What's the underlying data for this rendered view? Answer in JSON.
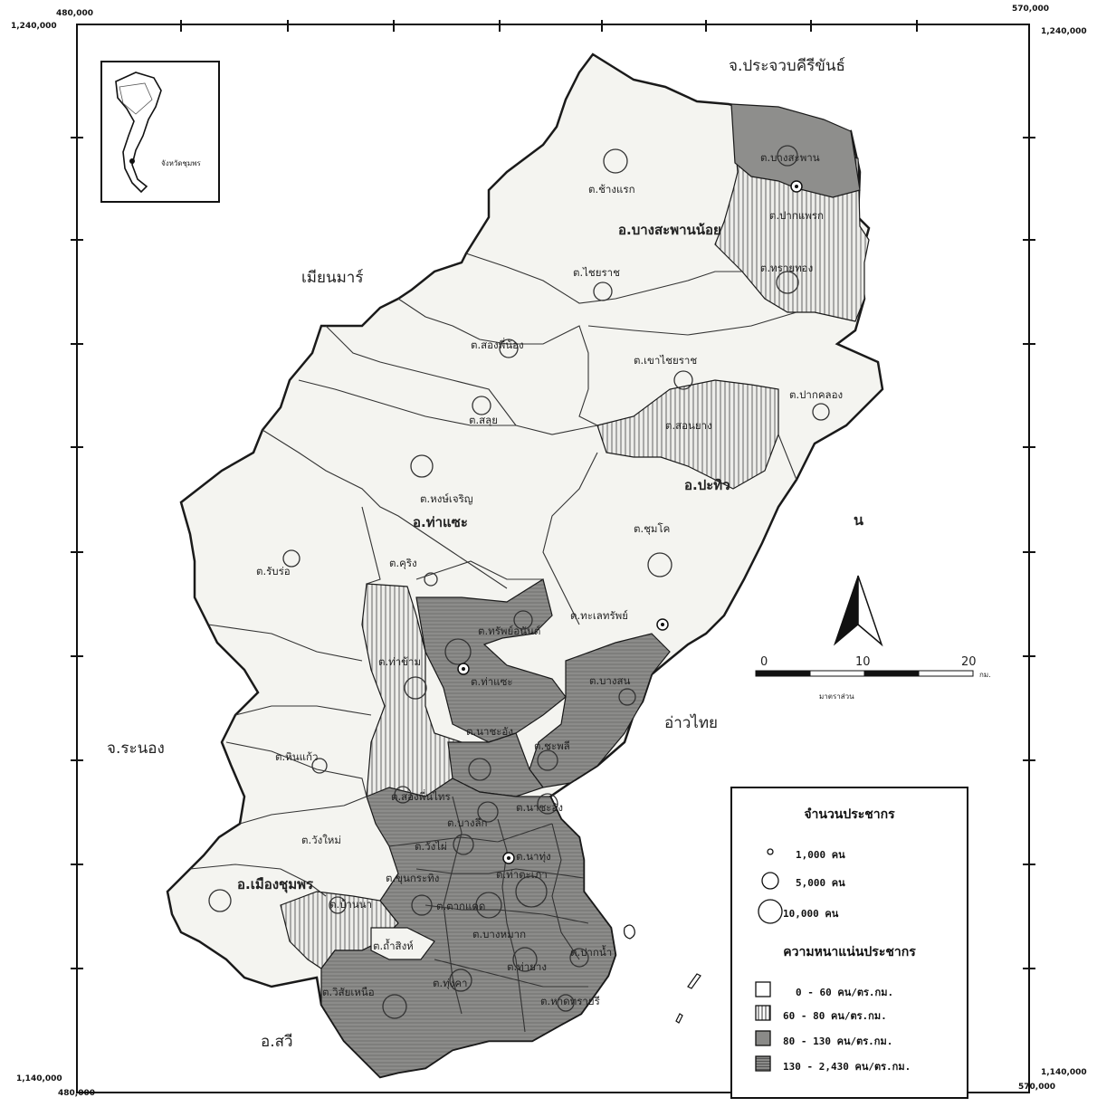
{
  "coords": {
    "top_left_x": "480,000",
    "top_right_x": "570,000",
    "left_top_y": "1,240,000",
    "right_top_y": "1,240,000",
    "left_bottom_y": "1,140,000",
    "right_bottom_y": "1,140,000",
    "bottom_left_x": "480,000",
    "bottom_right_x": "570,000"
  },
  "inset": {
    "label": "จังหวัดชุมพร"
  },
  "surrounding": {
    "north": "จ.ประจวบคีรีขันธ์",
    "west": "เมียนมาร์",
    "southwest": "จ.ระนอง",
    "south": "อ.สวี",
    "east": "อ่าวไทย"
  },
  "districts": {
    "bang_saphan_noi": "อ.บางสะพานน้อย",
    "pathio": "อ.ปะทิว",
    "tha_sae": "อ.ท่าแซะ",
    "mueang": "อ.เมืองชุมพร"
  },
  "subdistricts": {
    "bang_saphan": "ต.บางสะพาน",
    "chang_raek": "ต.ช้างแรก",
    "pak_phraek": "ต.ปากแพรก",
    "sai_thong": "ต.ทรายทอง",
    "chai_rat": "ต.ไชยราช",
    "song_phi_nong": "ต.สองพี่น้อง",
    "khao_chai_rat": "ต.เขาไชยราช",
    "pak_khlong": "ต.ปากคลอง",
    "salui": "ต.สลุย",
    "sonyang": "ต.สอนยาง",
    "hong_charoen": "ต.หงษ์เจริญ",
    "chum_kho": "ต.ชุมโค",
    "rup_ro": "ต.รับร่อ",
    "khuring": "ต.คุริง",
    "thale_sap": "ต.ทะเลทรัพย์",
    "sap_anan": "ต.ทรัพย์อนันต์",
    "tha_kham": "ต.ท่าข้าม",
    "tha_sae_t": "ต.ท่าแซะ",
    "bang_son": "ต.บางสน",
    "na_pho": "ต.นาชะอัง",
    "chaphli": "ต.ชะพลี",
    "hin_kaeo": "ต.หินแก้ว",
    "khao_thalu": "ต.สองพี่นไทร",
    "nachaang": "ต.นาชะอัง",
    "bang_luk": "ต.บางลึก",
    "wang_mai": "ต.วังใหม่",
    "wang_phai": "ต.วังไผ่",
    "tha_taphao": "ต.ท่าตะเภา",
    "na_thung": "ต.นาทุ่ง",
    "khun_krathing": "ต.ขุนกระทิง",
    "ban_na": "ต.บ้านนา",
    "tak_daet": "ต.ตากแดด",
    "tham_sing": "ต.ถ้ำสิงห์",
    "bang_mak": "ต.บางหมาก",
    "tha_yang": "ต.ท่ายาง",
    "pak_nam": "ต.ปากน้ำ",
    "wisai_nuea": "ต.วิสัยเหนือ",
    "thung_kha": "ต.ทุ่งคา",
    "hat_sai_ri": "ต.หาดทรายรี"
  },
  "north_arrow": {
    "label": "น"
  },
  "scale": {
    "ticks": [
      "0",
      "10",
      "20"
    ],
    "unit": "กม.",
    "caption": "มาตราส่วน"
  },
  "legend": {
    "population_title": "จำนวนประชากร",
    "population_items": [
      {
        "value": "1,000",
        "unit": "คน"
      },
      {
        "value": "5,000",
        "unit": "คน"
      },
      {
        "value": "10,000",
        "unit": "คน"
      }
    ],
    "density_title": "ความหนาแน่นประชากร",
    "density_items": [
      {
        "range": "0 - 60",
        "unit": "คน/ตร.กม."
      },
      {
        "range": "60 - 80",
        "unit": "คน/ตร.กม."
      },
      {
        "range": "80 - 130",
        "unit": "คน/ตร.กม."
      },
      {
        "range": "130 - 2,430",
        "unit": "คน/ตร.กม."
      }
    ]
  },
  "colors": {
    "class_0_60": "#f4f4f0",
    "class_60_80": "#d6d6d2",
    "class_80_130": "#8a8a88",
    "class_130_plus": "#9c9c9a",
    "outline": "#1a1a1a"
  }
}
